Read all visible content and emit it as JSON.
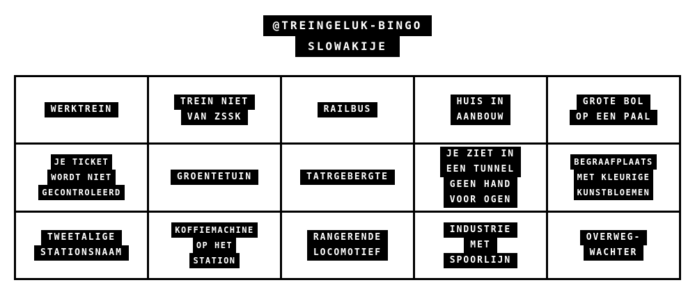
{
  "title": {
    "line1": "@TREINGELUK-BINGO",
    "line2": "SLOWAKIJE"
  },
  "cells": [
    [
      "WERKTREIN"
    ],
    [
      "TREIN NIET",
      "VAN ZSSK"
    ],
    [
      "RAILBUS"
    ],
    [
      "HUIS IN",
      "AANBOUW"
    ],
    [
      "GROTE BOL",
      "OP EEN PAAL"
    ],
    [
      "JE TICKET",
      "WORDT NIET",
      "GECONTROLEERD"
    ],
    [
      "GROENTETUIN"
    ],
    [
      "TATRGEBERGTE"
    ],
    [
      "JE ZIET IN",
      "EEN TUNNEL",
      "GEEN HAND",
      "VOOR OGEN"
    ],
    [
      "BEGRAAFPLAATS",
      "MET KLEURIGE",
      "KUNSTBLOEMEN"
    ],
    [
      "TWEETALIGE",
      "STATIONSNAAM"
    ],
    [
      "KOFFIEMACHINE",
      "OP HET",
      "STATION"
    ],
    [
      "RANGERENDE",
      "LOCOMOTIEF"
    ],
    [
      "INDUSTRIE",
      "MET",
      "SPOORLIJN"
    ],
    [
      "OVERWEG-",
      "WACHTER"
    ]
  ]
}
